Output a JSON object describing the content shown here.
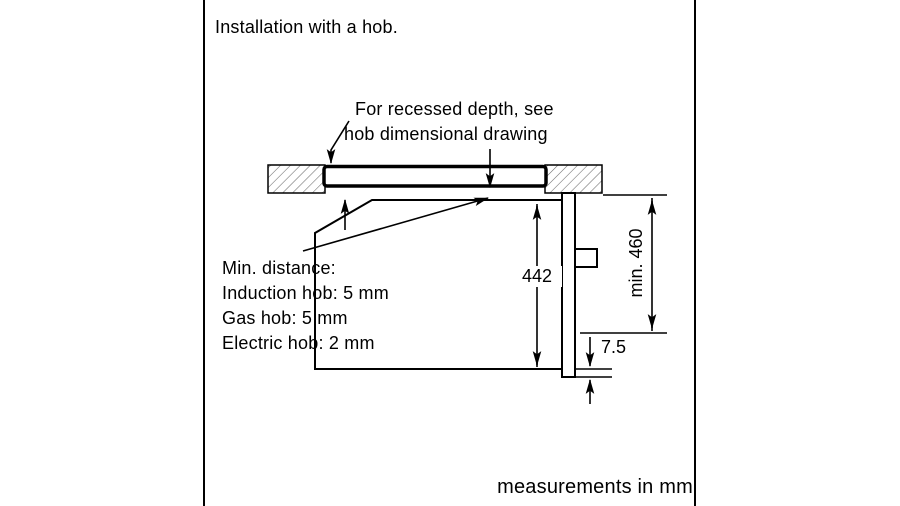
{
  "header": {
    "title": "Installation with a hob."
  },
  "callout": {
    "line1": "For recessed depth, see",
    "line2": "hob dimensional drawing"
  },
  "min_distance": {
    "title": "Min. distance:",
    "induction": "Induction hob: 5 mm",
    "gas": "Gas hob: 5 mm",
    "electric": "Electric hob: 2 mm"
  },
  "dims": {
    "appliance_height": "442",
    "niche_height": "min. 460",
    "door_overhang": "7.5"
  },
  "footer": {
    "note": "measurements in mm"
  },
  "colors": {
    "line": "#000000",
    "hatch": "#6b6b6b",
    "background": "#ffffff"
  }
}
